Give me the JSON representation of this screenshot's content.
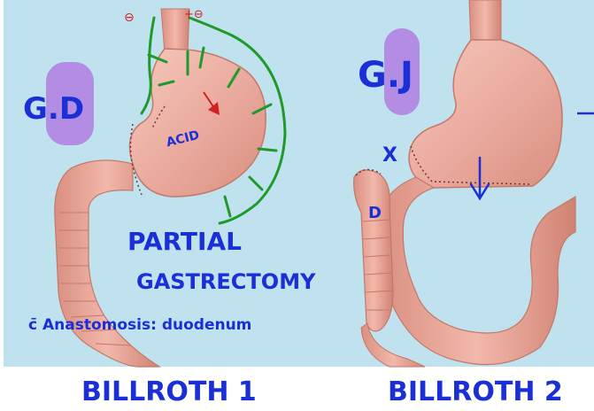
{
  "panels": [
    {
      "label_left": "G.D",
      "stomach_label": "ACID",
      "caption_title": "PARTIAL",
      "caption_subtitle": "GASTRECTOMY",
      "caption_note": "c̄ Anastomosis: duodenum",
      "bottom_title": "BILLROTH 1",
      "signs": [
        "⊖",
        "+⊖"
      ]
    },
    {
      "label_left": "G.J",
      "mark_x": "X",
      "mark_d": "D",
      "bottom_title": "BILLROTH 2"
    }
  ],
  "colors": {
    "background": "#bfe2ee",
    "tissue": "#e9a99c",
    "tissue_dark": "#c77a6c",
    "ink_blue": "#1a2fd6",
    "ink_green": "#1f9a2a",
    "ink_red": "#d41f1f",
    "highlight": "#b07ce0"
  }
}
